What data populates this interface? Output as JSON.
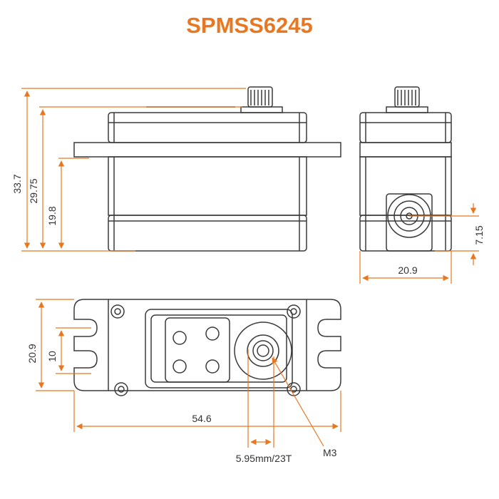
{
  "title": "SPMSS6245",
  "colors": {
    "accent": "#e87722",
    "outline": "#3a3a3a",
    "text": "#333333",
    "background": "#ffffff"
  },
  "dimensions": {
    "overall_height": "33.7",
    "case_height": "29.75",
    "mount_height": "19.8",
    "output_shaft_height": "7.15",
    "depth": "20.9",
    "width_top": "20.9",
    "mount_hole_spacing": "10",
    "length": "54.6",
    "spline": "5.95mm/23T",
    "screw": "M3"
  }
}
